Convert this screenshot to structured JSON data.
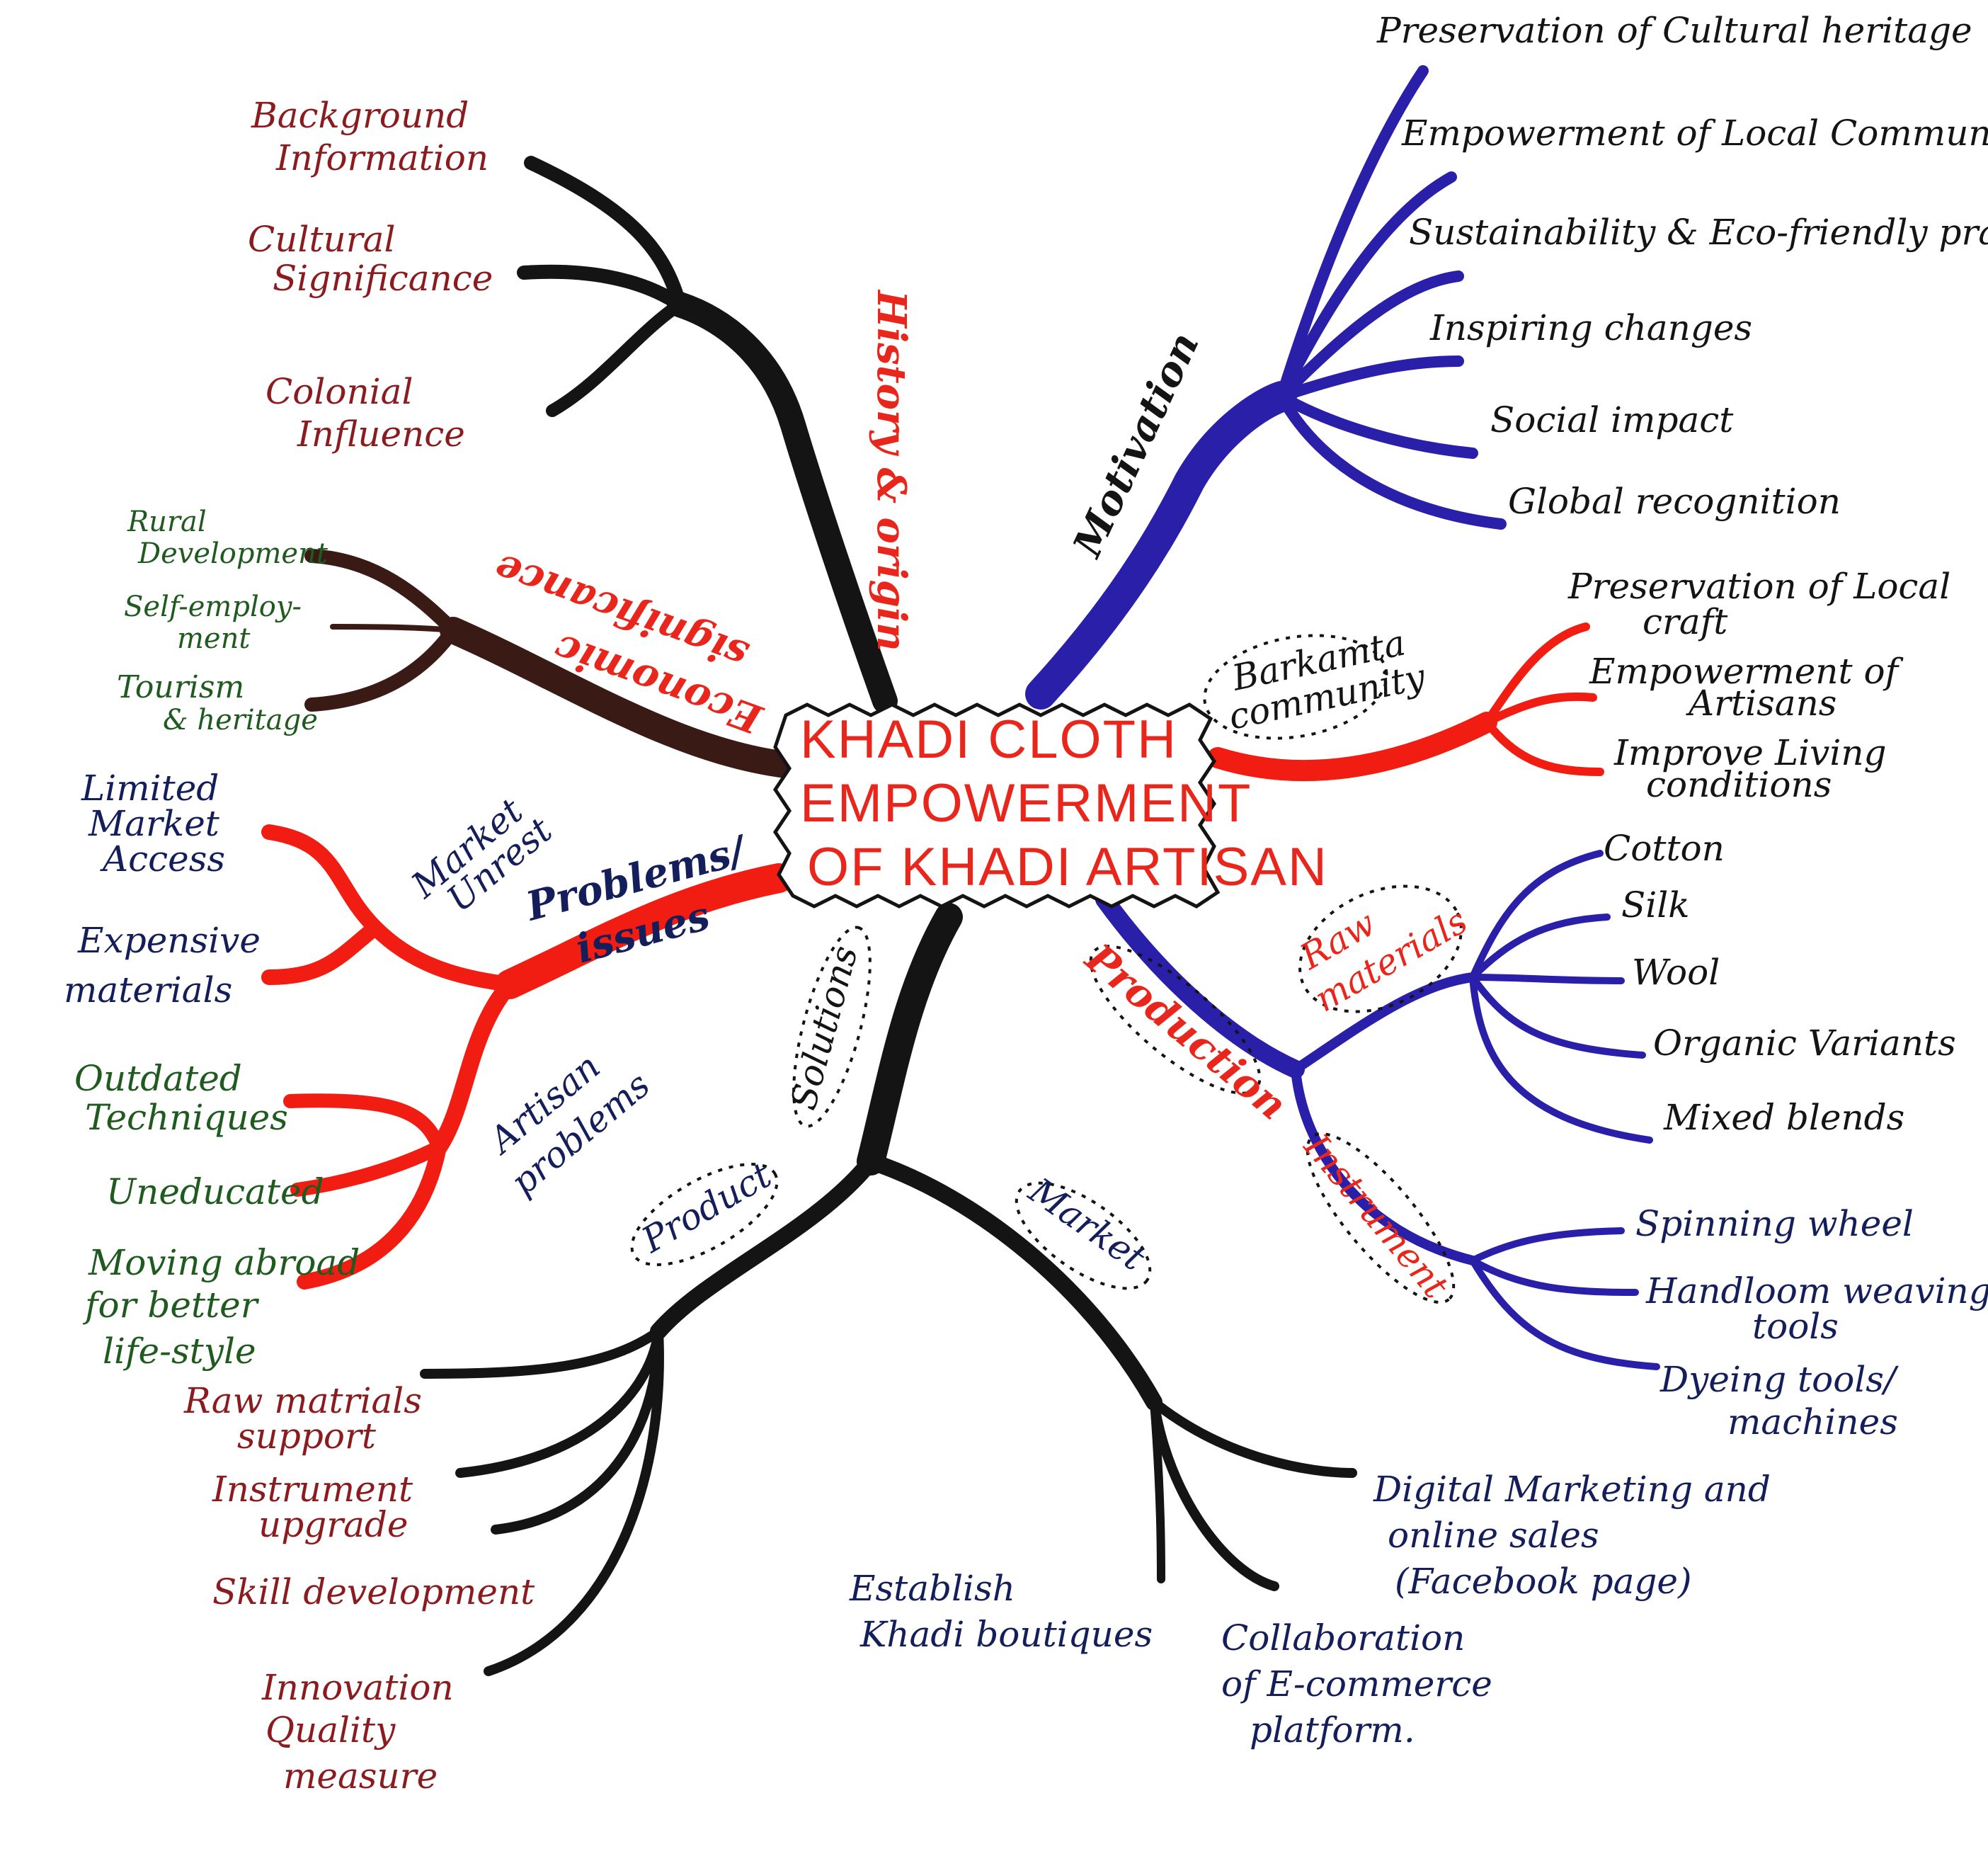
{
  "central": {
    "line1": "KHADI CLOTH",
    "line2": "EMPOWERMENT",
    "line3": "OF KHADI ARTISAN"
  },
  "colors": {
    "black_branch": "#141414",
    "blue_branch": "#2a1fa8",
    "red_branch": "#f21d12",
    "brown_branch": "#3a1a14",
    "maroon_text": "#8a1c1f",
    "green_text": "#1f5a1f",
    "navy_text": "#141e5a",
    "central_text": "#e8261c"
  },
  "history": {
    "label": "History & origin",
    "items": [
      "Background",
      "Information",
      "Cultural",
      "Significance",
      "Colonial",
      "Influence"
    ]
  },
  "economic": {
    "label_line1": "Economic",
    "label_line2": "significance",
    "items": [
      "Rural",
      "Development",
      "Self-employ-",
      "ment",
      "Tourism",
      "& heritage"
    ]
  },
  "problems": {
    "label_line1": "Problems/",
    "label_line2": "issues",
    "market_unrest_line1": "Market",
    "market_unrest_line2": "Unrest",
    "artisan_line1": "Artisan",
    "artisan_line2": "problems",
    "market_items": [
      "Limited",
      "Market",
      "Access",
      "Expensive",
      "materials"
    ],
    "artisan_items": [
      "Outdated",
      "Techniques",
      "Uneducated",
      "Moving abroad",
      "for better",
      "life-style"
    ]
  },
  "motivation": {
    "label": "Motivation",
    "items": [
      "Preservation of Cultural heritage",
      "Empowerment of Local Community",
      "Sustainability & Eco-friendly practic",
      "Inspiring changes",
      "Social impact",
      "Global recognition"
    ]
  },
  "barkamta": {
    "label_line1": "Barkamta",
    "label_line2": "community",
    "items": [
      "Preservation of Local",
      "craft",
      "Empowerment of",
      "Artisans",
      "Improve Living",
      "conditions"
    ]
  },
  "production": {
    "label": "Production",
    "raw_label_line1": "Raw",
    "raw_label_line2": "materials",
    "raw_items": [
      "Cotton",
      "Silk",
      "Wool",
      "Organic Variants",
      "Mixed blends"
    ],
    "instrument_label": "Instrument",
    "instrument_items": [
      "Spinning wheel",
      "Handloom weaving",
      "tools",
      "Dyeing tools/",
      "machines"
    ]
  },
  "solutions": {
    "label": "Solutions",
    "product_label": "Product",
    "product_items": [
      "Raw matrials",
      "support",
      "Instrument",
      "upgrade",
      "Skill development",
      "Innovation",
      "Quality",
      "measure"
    ],
    "market_label": "Market",
    "market_items": [
      "Establish",
      "Khadi boutiques",
      "Digital Marketing and",
      "online sales",
      "(Facebook page)",
      "Collaboration",
      "of E-commerce",
      "platform."
    ]
  }
}
